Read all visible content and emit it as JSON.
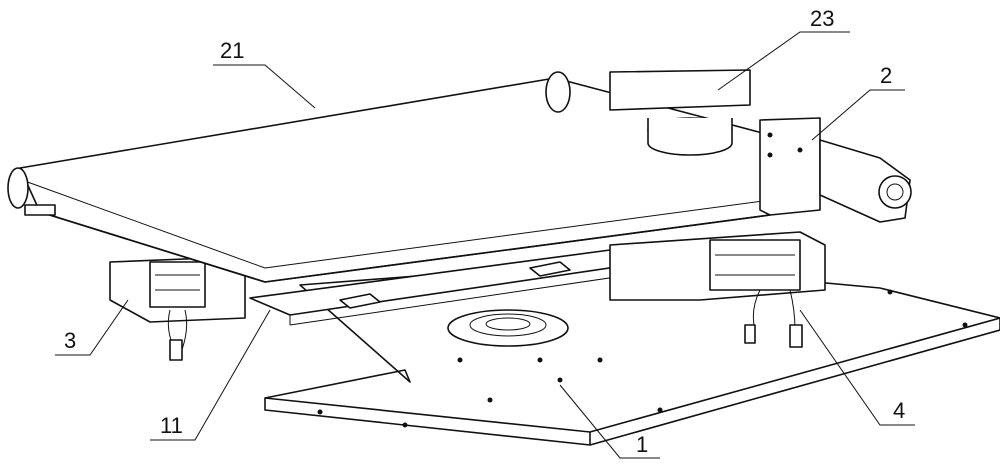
{
  "figure": {
    "callouts": [
      {
        "id": "belt",
        "label": "21"
      },
      {
        "id": "motor-box",
        "label": "23"
      },
      {
        "id": "frame",
        "label": "2"
      },
      {
        "id": "left-drive",
        "label": "3"
      },
      {
        "id": "rail",
        "label": "11"
      },
      {
        "id": "base-plate",
        "label": "1"
      },
      {
        "id": "right-drive",
        "label": "4"
      }
    ]
  }
}
